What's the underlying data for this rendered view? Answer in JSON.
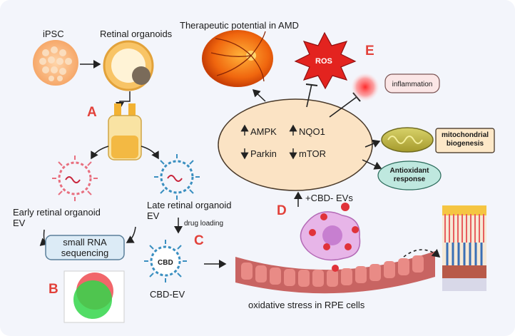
{
  "title": "Therapeutic potential in AMD",
  "labels": {
    "ipsc": "iPSC",
    "retinal_organoids": "Retinal organoids",
    "early_ev": "Early retinal organoid\nEV",
    "late_ev": "Late retinal organoid\nEV",
    "small_rna": "small RNA\nsequencing",
    "drug_loading": "drug loading",
    "cbd_ev": "CBD-EV",
    "cbd": "CBD",
    "oxidative_stress": "oxidative stress in RPE cells",
    "plus_cbd_evs": "+CBD- EVs",
    "ros": "ROS",
    "inflammation": "inflammation",
    "mito": "mitochondrial\nbiogenesis",
    "antioxidant": "Antioxidant\nresponse"
  },
  "pathway": {
    "ampk": "AMPK",
    "nqo1": "NQO1",
    "parkin": "Parkin",
    "mtor": "mTOR"
  },
  "panels": {
    "a": "A",
    "b": "B",
    "c": "C",
    "d": "D",
    "e": "E"
  },
  "colors": {
    "red_label": "#e2413a",
    "oval_fill": "#fbe3c4",
    "rna_box": "#dcebf6",
    "antioxidant_box": "#bfe8df",
    "inflammation_box": "#fbe6e6",
    "mito_box": "#fde8c8"
  }
}
